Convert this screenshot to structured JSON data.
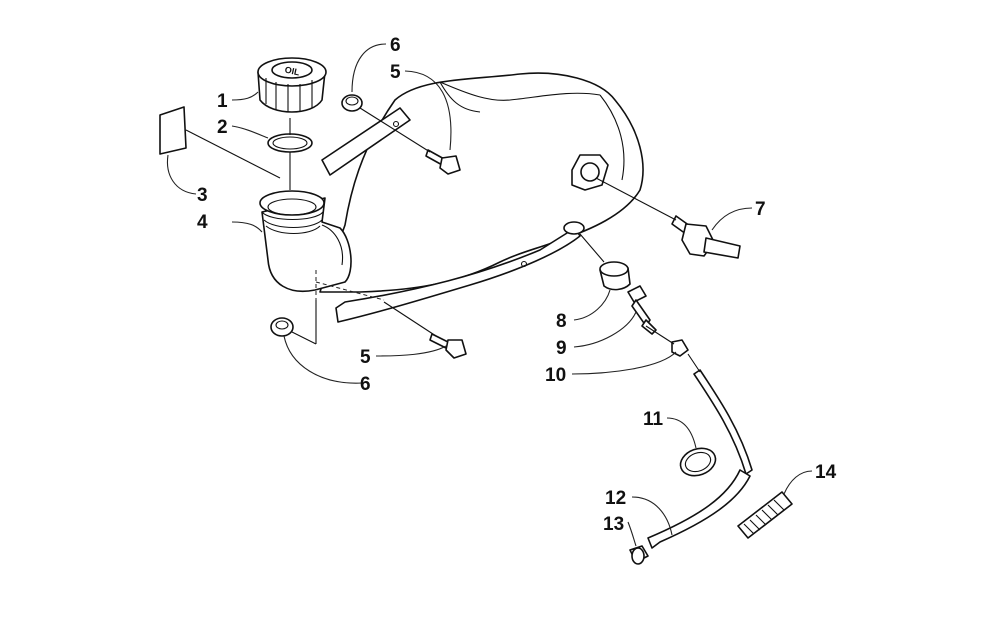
{
  "labels": {
    "l1": "1",
    "l2": "2",
    "l3": "3",
    "l4": "4",
    "l5a": "5",
    "l6a": "6",
    "l5b": "5",
    "l6b": "6",
    "l7": "7",
    "l8": "8",
    "l9": "9",
    "l10": "10",
    "l11": "11",
    "l12": "12",
    "l13": "13",
    "l14": "14"
  },
  "cap_text": "OIL"
}
